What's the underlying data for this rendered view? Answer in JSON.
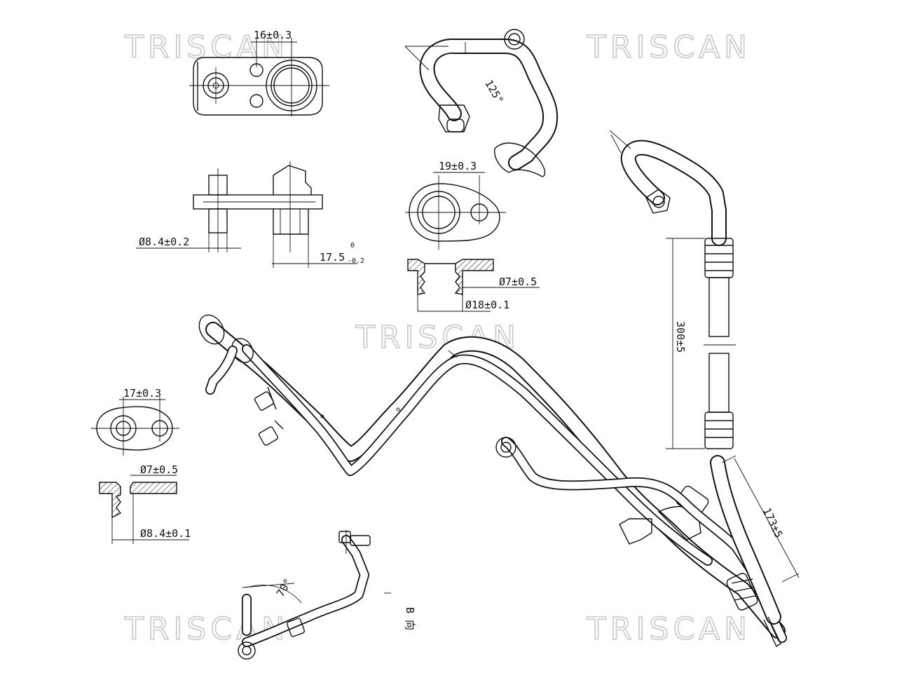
{
  "watermarks": [
    "TRISCAN",
    "TRISCAN",
    "TRISCAN",
    "TRISCAN",
    "TRISCAN"
  ],
  "dimensions": {
    "flange_top_width": "16±0.3",
    "side_bore": "Ø8.4±0.2",
    "side_length_main": "17.5",
    "side_length_sup": "0",
    "side_length_sub": "-0.2",
    "flange_mid_width": "19±0.3",
    "flange_mid_bore": "Ø7±0.5",
    "flange_mid_outer": "Ø18±0.1",
    "flange_left_width": "17±0.3",
    "flange_left_bore": "Ø7±0.5",
    "flange_left_outer": "Ø8.4±0.1",
    "hose_length": "300±5",
    "branch_length": "173±5",
    "bend_angle_top": "125°",
    "bend_angle_bottom": "70°",
    "view_label": "B 向"
  }
}
